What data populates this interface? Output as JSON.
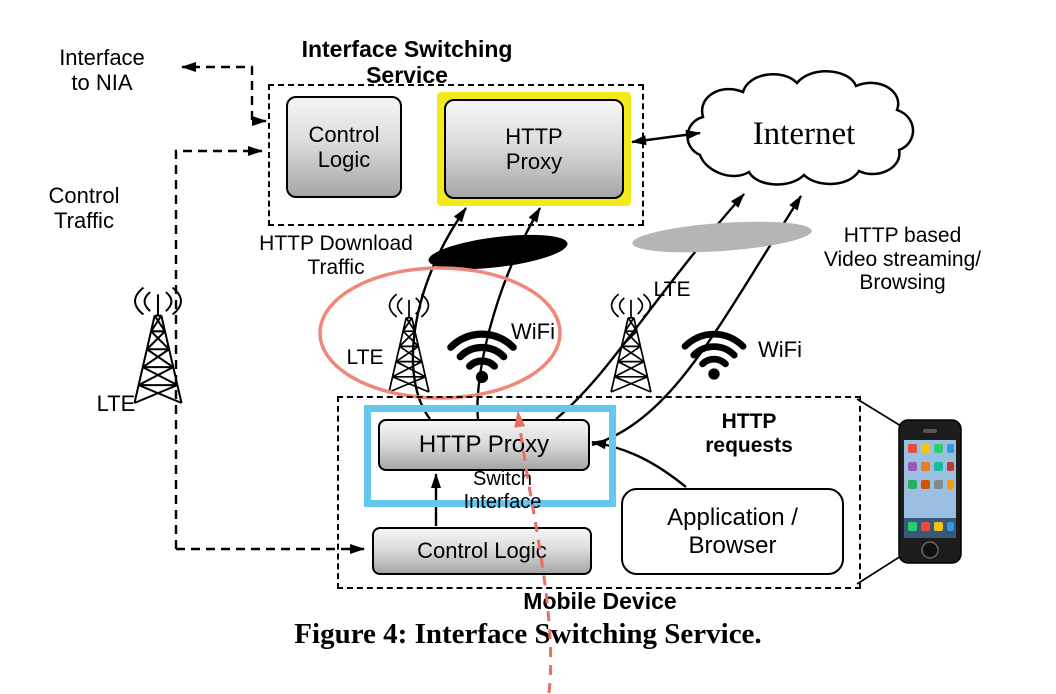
{
  "title": "Interface Switching Service",
  "caption": "Figure 4: Interface Switching Service.",
  "labels": {
    "interface_to_nia": "Interface\nto NIA",
    "control_traffic": "Control\nTraffic",
    "lte_left": "LTE",
    "http_download_traffic": "HTTP Download\nTraffic",
    "lte_mid": "LTE",
    "wifi_mid": "WiFi",
    "lte_right": "LTE",
    "wifi_right": "WiFi",
    "internet": "Internet",
    "http_based_video": "HTTP based\nVideo streaming/\nBrowsing"
  },
  "iss": {
    "control_logic": "Control\nLogic",
    "http_proxy": "HTTP\nProxy"
  },
  "mobile": {
    "http_proxy": "HTTP Proxy",
    "switch_interface": "Switch\nInterface",
    "control_logic": "Control Logic",
    "application_browser": "Application /\nBrowser",
    "http_requests": "HTTP\nrequests",
    "device_label": "Mobile Device"
  },
  "colors": {
    "highlight_yellow": "#f2ea1c",
    "highlight_blue": "#66c7ee",
    "red_ellipse": "#f08878",
    "red_arrow": "#e87060",
    "black_pipe": "#000000",
    "gray_pipe": "#b5b5b5"
  }
}
